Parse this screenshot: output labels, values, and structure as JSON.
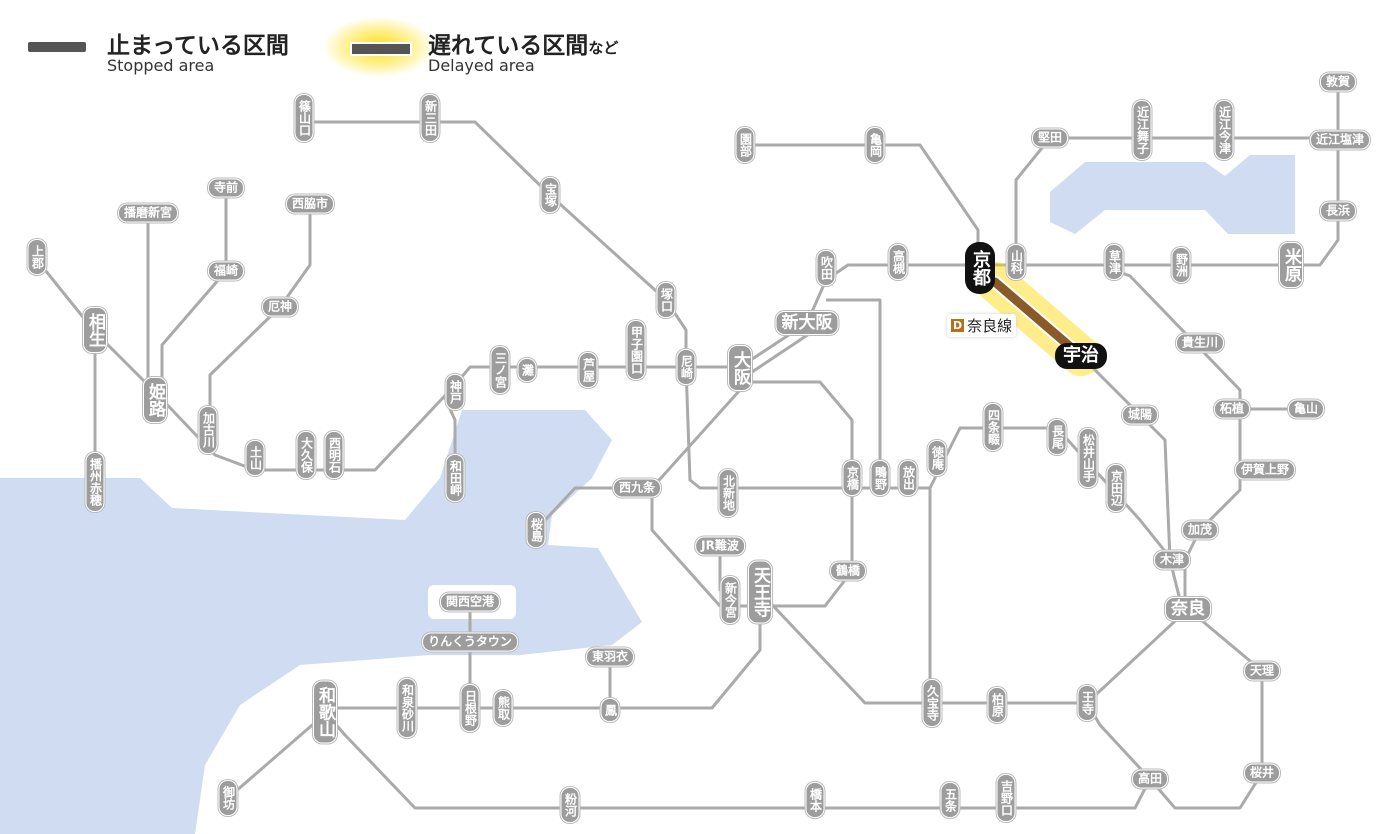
{
  "legend": {
    "stopped": {
      "jp": "止まっている区間",
      "en": "Stopped area"
    },
    "delayed": {
      "jp": "遅れている区間",
      "jp_suffix": "など",
      "en": "Delayed area"
    }
  },
  "colors": {
    "stopped": "#555555",
    "delayed_line": "#8a5a28",
    "delayed_glow": "#ffd800",
    "water": "#cfdcf2",
    "line": "#aaaaaa",
    "station": "#9d9d9d"
  },
  "affected_line": {
    "code": "D",
    "name": "奈良線",
    "from": "京都",
    "to": "宇治",
    "status": "delayed"
  },
  "stations": [
    {
      "name": "篠山口"
    },
    {
      "name": "新三田"
    },
    {
      "name": "宝塚"
    },
    {
      "name": "塚口"
    },
    {
      "name": "尼崎"
    },
    {
      "name": "甲子園口"
    },
    {
      "name": "芦屋"
    },
    {
      "name": "灘"
    },
    {
      "name": "三ノ宮"
    },
    {
      "name": "神戸"
    },
    {
      "name": "和田岬"
    },
    {
      "name": "西明石"
    },
    {
      "name": "大久保"
    },
    {
      "name": "土山"
    },
    {
      "name": "加古川"
    },
    {
      "name": "厄神"
    },
    {
      "name": "西脇市"
    },
    {
      "name": "福崎"
    },
    {
      "name": "寺前"
    },
    {
      "name": "播磨新宮"
    },
    {
      "name": "姫路"
    },
    {
      "name": "相生"
    },
    {
      "name": "上郡"
    },
    {
      "name": "播州赤穂"
    },
    {
      "name": "大阪"
    },
    {
      "name": "新大阪"
    },
    {
      "name": "吹田"
    },
    {
      "name": "高槻"
    },
    {
      "name": "京都",
      "affected": true
    },
    {
      "name": "山科"
    },
    {
      "name": "宇治",
      "affected": true
    },
    {
      "name": "園部"
    },
    {
      "name": "亀岡"
    },
    {
      "name": "堅田"
    },
    {
      "name": "近江舞子"
    },
    {
      "name": "近江今津"
    },
    {
      "name": "近江塩津"
    },
    {
      "name": "敦賀"
    },
    {
      "name": "長浜"
    },
    {
      "name": "米原"
    },
    {
      "name": "野洲"
    },
    {
      "name": "草津"
    },
    {
      "name": "貴生川"
    },
    {
      "name": "柘植"
    },
    {
      "name": "亀山"
    },
    {
      "name": "伊賀上野"
    },
    {
      "name": "加茂"
    },
    {
      "name": "木津"
    },
    {
      "name": "奈良"
    },
    {
      "name": "天理"
    },
    {
      "name": "桜井"
    },
    {
      "name": "高田"
    },
    {
      "name": "王寺"
    },
    {
      "name": "柏原"
    },
    {
      "name": "久宝寺"
    },
    {
      "name": "吉野口"
    },
    {
      "name": "五条"
    },
    {
      "name": "橋本"
    },
    {
      "name": "粉河"
    },
    {
      "name": "和歌山"
    },
    {
      "name": "御坊"
    },
    {
      "name": "和泉砂川"
    },
    {
      "name": "日根野"
    },
    {
      "name": "熊取"
    },
    {
      "name": "鳳"
    },
    {
      "name": "東羽衣"
    },
    {
      "name": "りんくうタウン"
    },
    {
      "name": "関西空港"
    },
    {
      "name": "天王寺"
    },
    {
      "name": "新今宮"
    },
    {
      "name": "JR難波"
    },
    {
      "name": "鶴橋"
    },
    {
      "name": "京橋"
    },
    {
      "name": "鴫野"
    },
    {
      "name": "放出"
    },
    {
      "name": "徳庵"
    },
    {
      "name": "四条畷"
    },
    {
      "name": "長尾"
    },
    {
      "name": "松井山手"
    },
    {
      "name": "京田辺"
    },
    {
      "name": "城陽"
    },
    {
      "name": "北新地"
    },
    {
      "name": "西九条"
    },
    {
      "name": "桜島"
    }
  ]
}
